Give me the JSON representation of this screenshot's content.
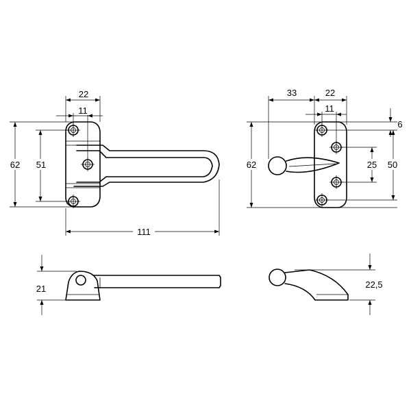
{
  "dimensions": {
    "front_width_22": "22",
    "front_hole_11": "11",
    "front_height_62": "62",
    "front_hole_51": "51",
    "front_length_111": "111",
    "side_offset_33": "33",
    "side_width_22": "22",
    "side_hole_11": "11",
    "side_top_6": "6",
    "side_height_62": "62",
    "side_hole_25": "25",
    "side_hole_50": "50",
    "profile_height_21": "21",
    "profile_height_22_5": "22,5"
  }
}
